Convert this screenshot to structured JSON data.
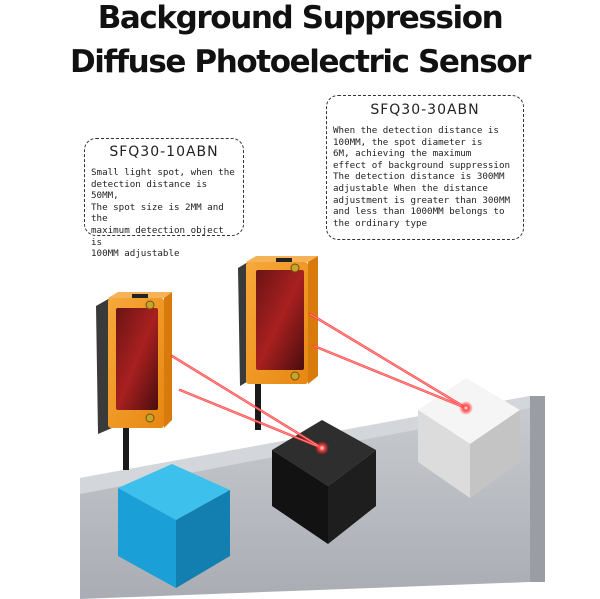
{
  "title": {
    "line1": "Background Suppression",
    "line2": "Diffuse Photoelectric Sensor"
  },
  "left_callout": {
    "model": "SFQ30-10ABN",
    "description": "Small light spot, when the\ndetection distance is 50MM,\nThe spot size is 2MM and the\nmaximum detection object is\n100MM adjustable"
  },
  "right_callout": {
    "model": "SFQ30-30ABN",
    "description": "When the detection distance is\n100MM, the spot diameter is\n6M, achieving the maximum\neffect of background suppression\nThe detection distance is 300MM\nadjustable When the distance\nadjustment is greater than 300MM\nand less than 1000MM belongs to\nthe ordinary type"
  },
  "colors": {
    "sensor_body": "#f39a1f",
    "laser": "#e8202a",
    "cube_blue": "#1aa3d8",
    "cube_black": "#1b1b1b",
    "cube_white": "#e8e8e8",
    "conveyor": "#b9bcc1"
  }
}
